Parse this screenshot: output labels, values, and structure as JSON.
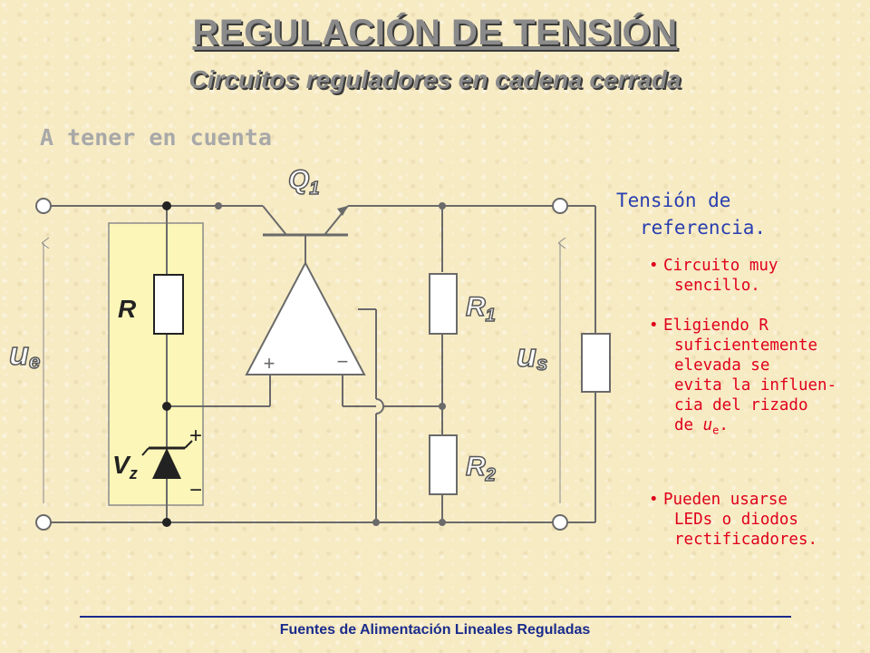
{
  "title": "REGULACIÓN DE TENSIÓN",
  "subtitle": "Circuitos reguladores en cadena cerrada",
  "section_heading": "A tener en cuenta",
  "circuit": {
    "label_Q": "Q",
    "label_Q_sub": "1",
    "label_R": "R",
    "label_R1": "R",
    "label_R1_sub": "1",
    "label_R2": "R",
    "label_R2_sub": "2",
    "label_ue": "u",
    "label_ue_sub": "e",
    "label_us": "u",
    "label_us_sub": "s",
    "label_Vz": "V",
    "label_Vz_sub": "z",
    "opamp_plus": "+",
    "opamp_minus": "−",
    "zener_plus": "+",
    "zener_minus": "−",
    "highlight_color": "#fcf6b8",
    "wire_color": "#6a6a6a"
  },
  "reference": {
    "heading_line1": "Tensión de",
    "heading_line2": "referencia.",
    "bullet1_line1": "Circuito muy",
    "bullet1_line2": "sencillo.",
    "bullet2_line1": "Eligiendo R",
    "bullet2_line2": "suficientemente",
    "bullet2_line3": "elevada se",
    "bullet2_line4": "evita la influen-",
    "bullet2_line5": "cia del rizado",
    "bullet2_line6_pre": "de ",
    "bullet2_line6_u": "u",
    "bullet2_line6_sub": "e",
    "bullet2_line6_post": ".",
    "bullet3_line1": "Pueden usarse",
    "bullet3_line2": "LEDs o diodos",
    "bullet3_line3": "rectificadores.",
    "bullet_symbol": "•"
  },
  "footer": "Fuentes de Alimentación Lineales Reguladas"
}
